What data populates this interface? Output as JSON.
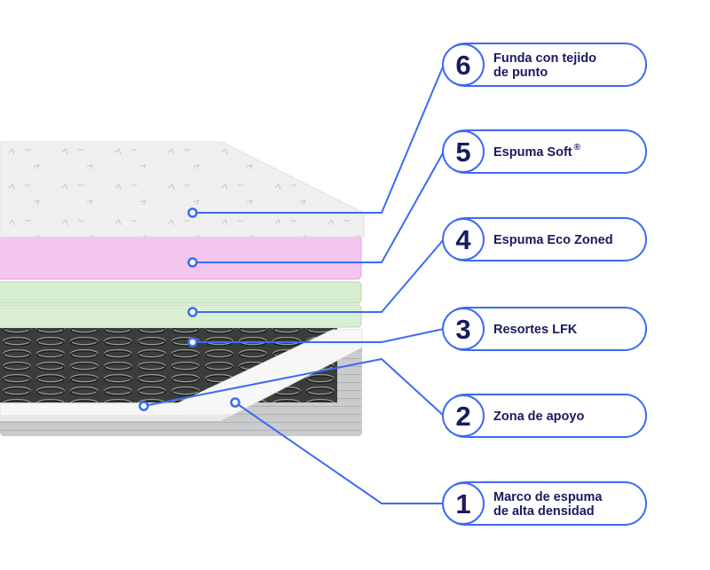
{
  "accent_color": "#3d6bf2",
  "text_color": "#1a1a5e",
  "layers": [
    {
      "number": "6",
      "lines": [
        "Funda con tejido",
        "de punto"
      ],
      "sup": ""
    },
    {
      "number": "5",
      "lines": [
        "Espuma Soft"
      ],
      "sup": "®"
    },
    {
      "number": "4",
      "lines": [
        "Espuma Eco Zoned"
      ],
      "sup": ""
    },
    {
      "number": "3",
      "lines": [
        "Resortes LFK"
      ],
      "sup": ""
    },
    {
      "number": "2",
      "lines": [
        "Zona de apoyo"
      ],
      "sup": ""
    },
    {
      "number": "1",
      "lines": [
        "Marco de espuma",
        "de alta densidad"
      ],
      "sup": ""
    }
  ]
}
